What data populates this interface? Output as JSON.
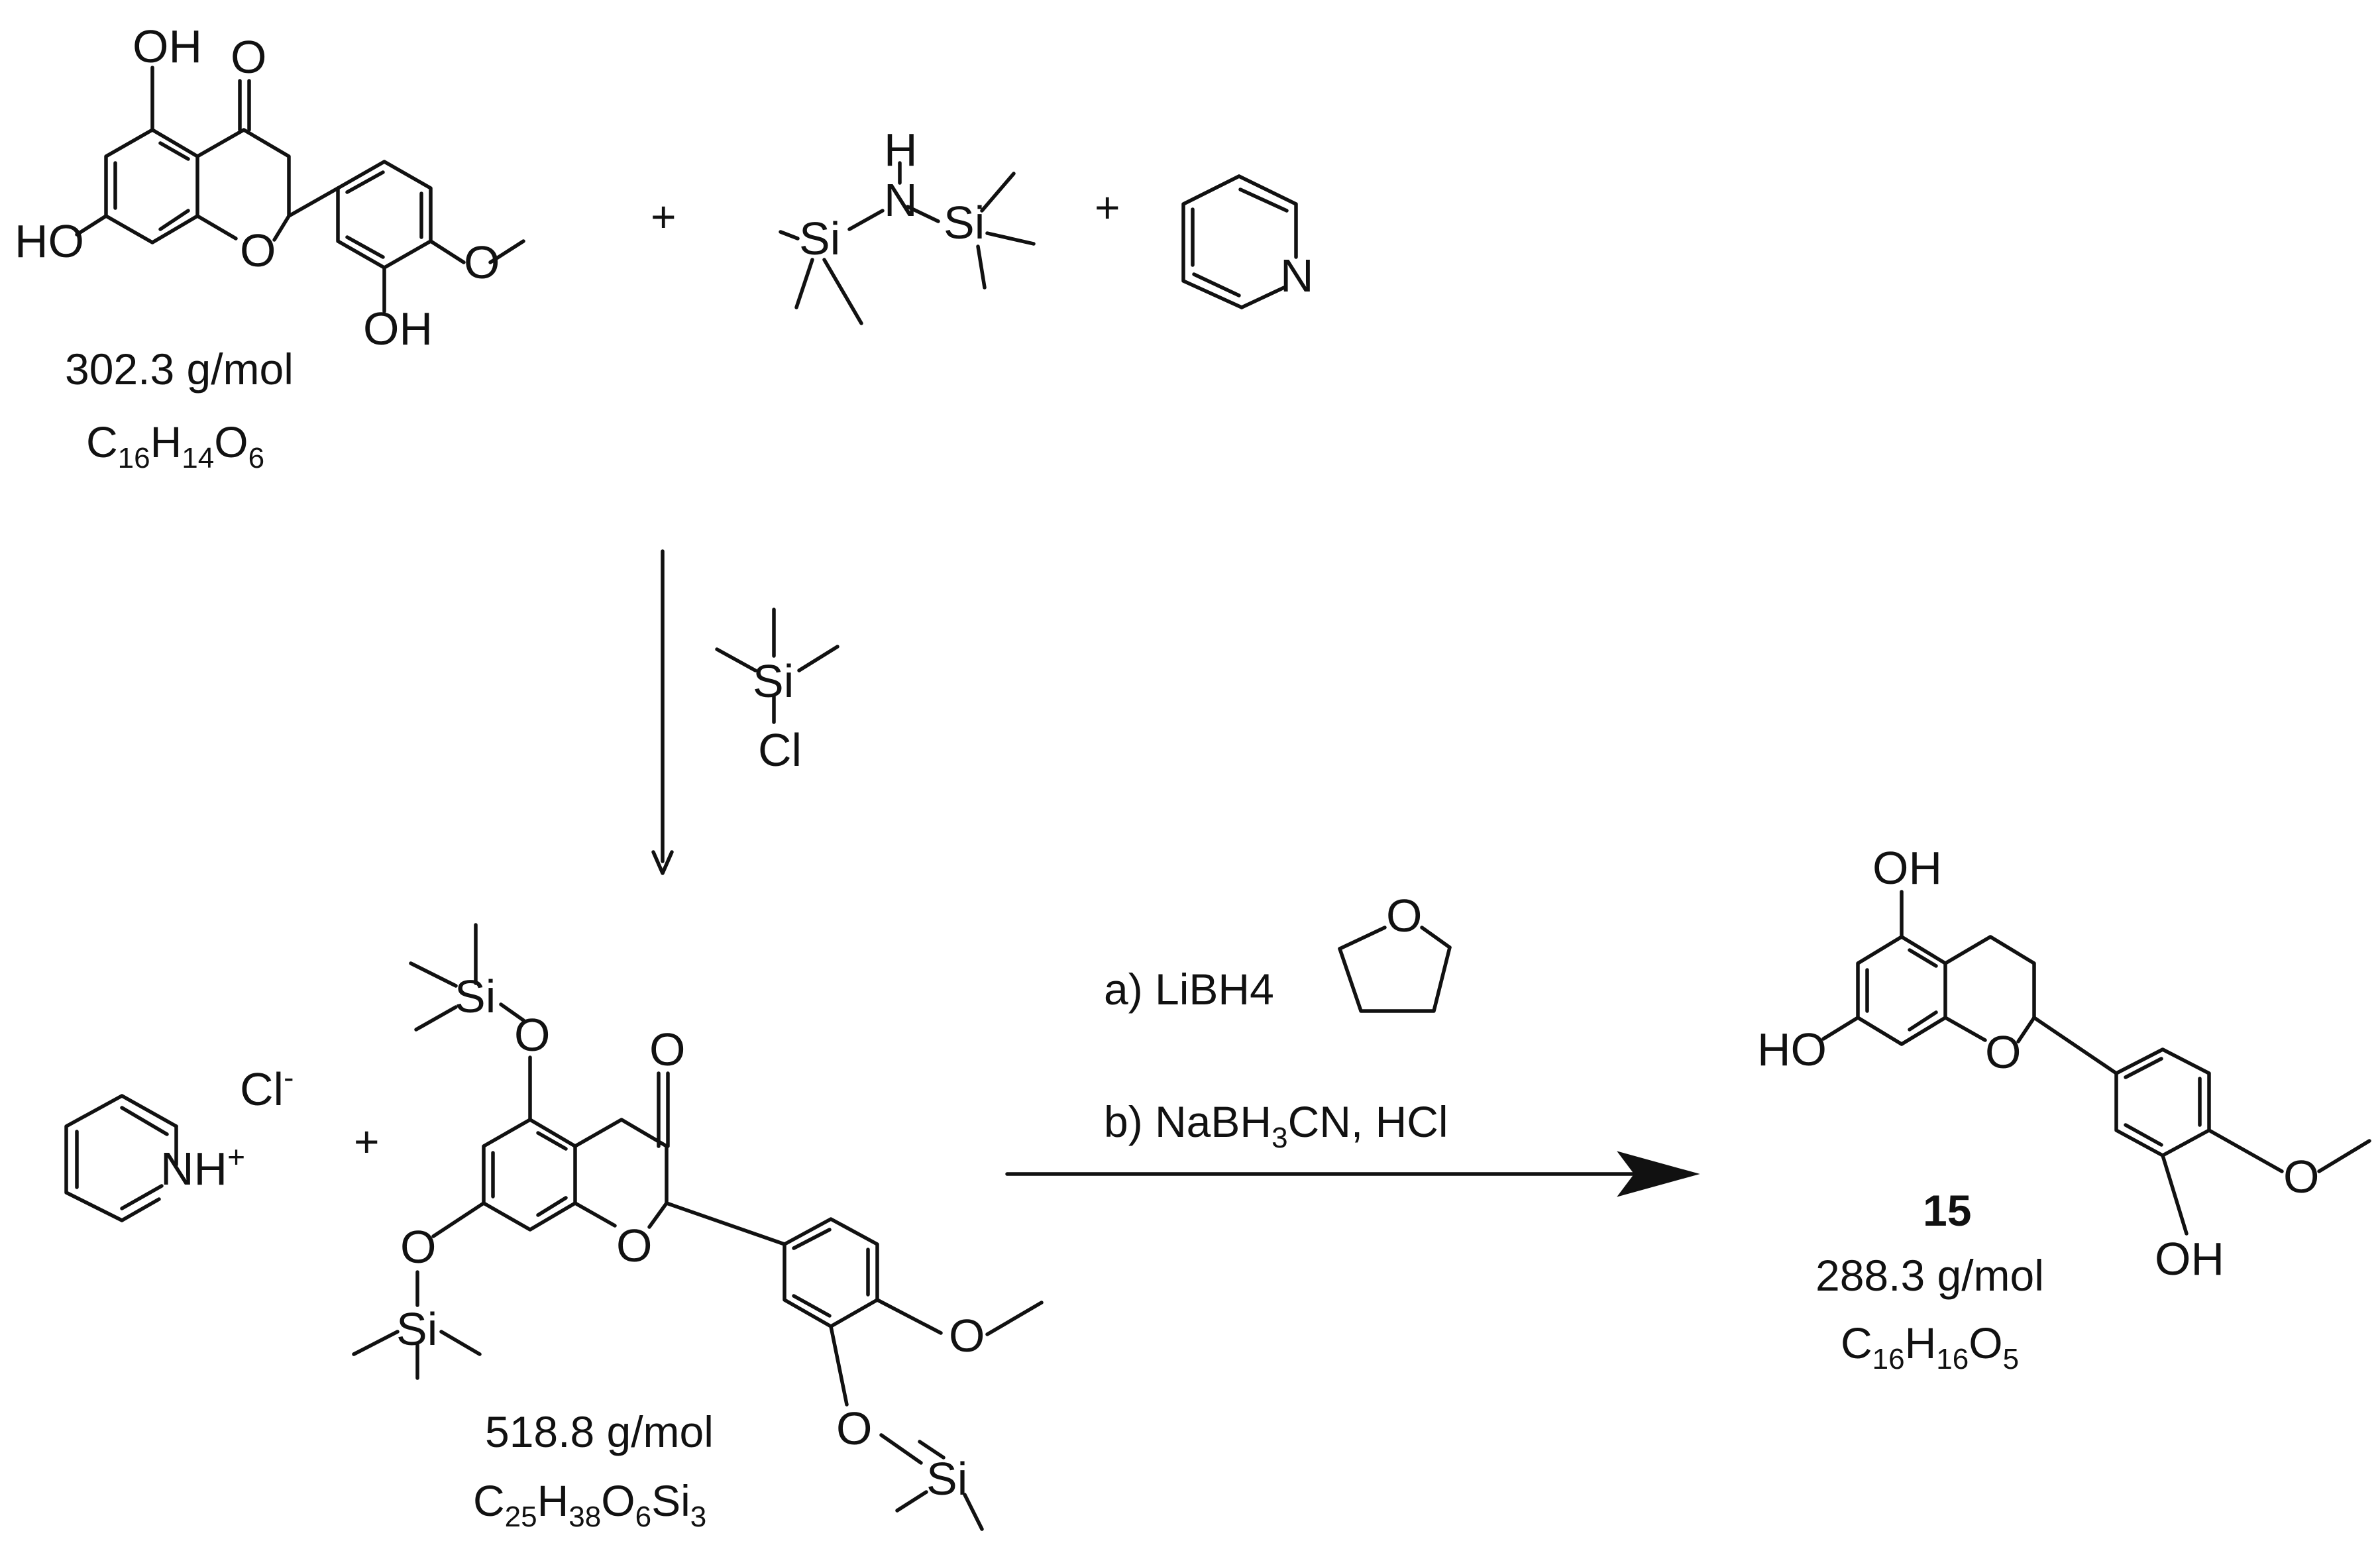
{
  "reactants": {
    "flavanone": {
      "labels": {
        "oh5": "OH",
        "carbonyl_o": "O",
        "oh7": "HO",
        "ring_o": "O",
        "methoxy_o": "O",
        "oh3p": "OH"
      },
      "molar_mass": "302.3 g/mol",
      "formula": {
        "c": "C",
        "c_n": "16",
        "h": "H",
        "h_n": "14",
        "o": "O",
        "o_n": "6"
      }
    },
    "hmds": {
      "labels": {
        "h": "H",
        "n": "N",
        "si1": "Si",
        "si2": "Si"
      }
    },
    "pyridine": {
      "labels": {
        "n": "N"
      }
    },
    "plus_1": "+",
    "plus_2": "+"
  },
  "step1": {
    "reagent": {
      "si": "Si",
      "cl": "Cl"
    }
  },
  "intermediates": {
    "pyridinium": {
      "n": "NH",
      "charge": "+",
      "chloride": "Cl",
      "chloride_charge": "-"
    },
    "plus": "+",
    "silyl_ether": {
      "labels": {
        "si5": "Si",
        "o5": "O",
        "carbonyl_o": "O",
        "o7": "O",
        "si7": "Si",
        "ring_o": "O",
        "methoxy_o": "O",
        "o3p": "O",
        "si3p": "Si"
      },
      "molar_mass": "518.8 g/mol",
      "formula": {
        "c": "C",
        "c_n": "25",
        "h": "H",
        "h_n": "38",
        "o": "O",
        "o_n": "6",
        "si": "Si",
        "si_n": "3"
      }
    }
  },
  "step2": {
    "condition_a": "a) LiBH4",
    "thf_o": "O",
    "condition_b": {
      "prefix": "b) NaBH",
      "sub": "3",
      "suffix": "CN, HCl"
    }
  },
  "product": {
    "labels": {
      "oh5": "OH",
      "oh7": "HO",
      "ring_o": "O",
      "methoxy_o": "O",
      "oh3p": "OH"
    },
    "compound_number": "15",
    "molar_mass": "288.3 g/mol",
    "formula": {
      "c": "C",
      "c_n": "16",
      "h": "H",
      "h_n": "16",
      "o": "O",
      "o_n": "5"
    }
  }
}
